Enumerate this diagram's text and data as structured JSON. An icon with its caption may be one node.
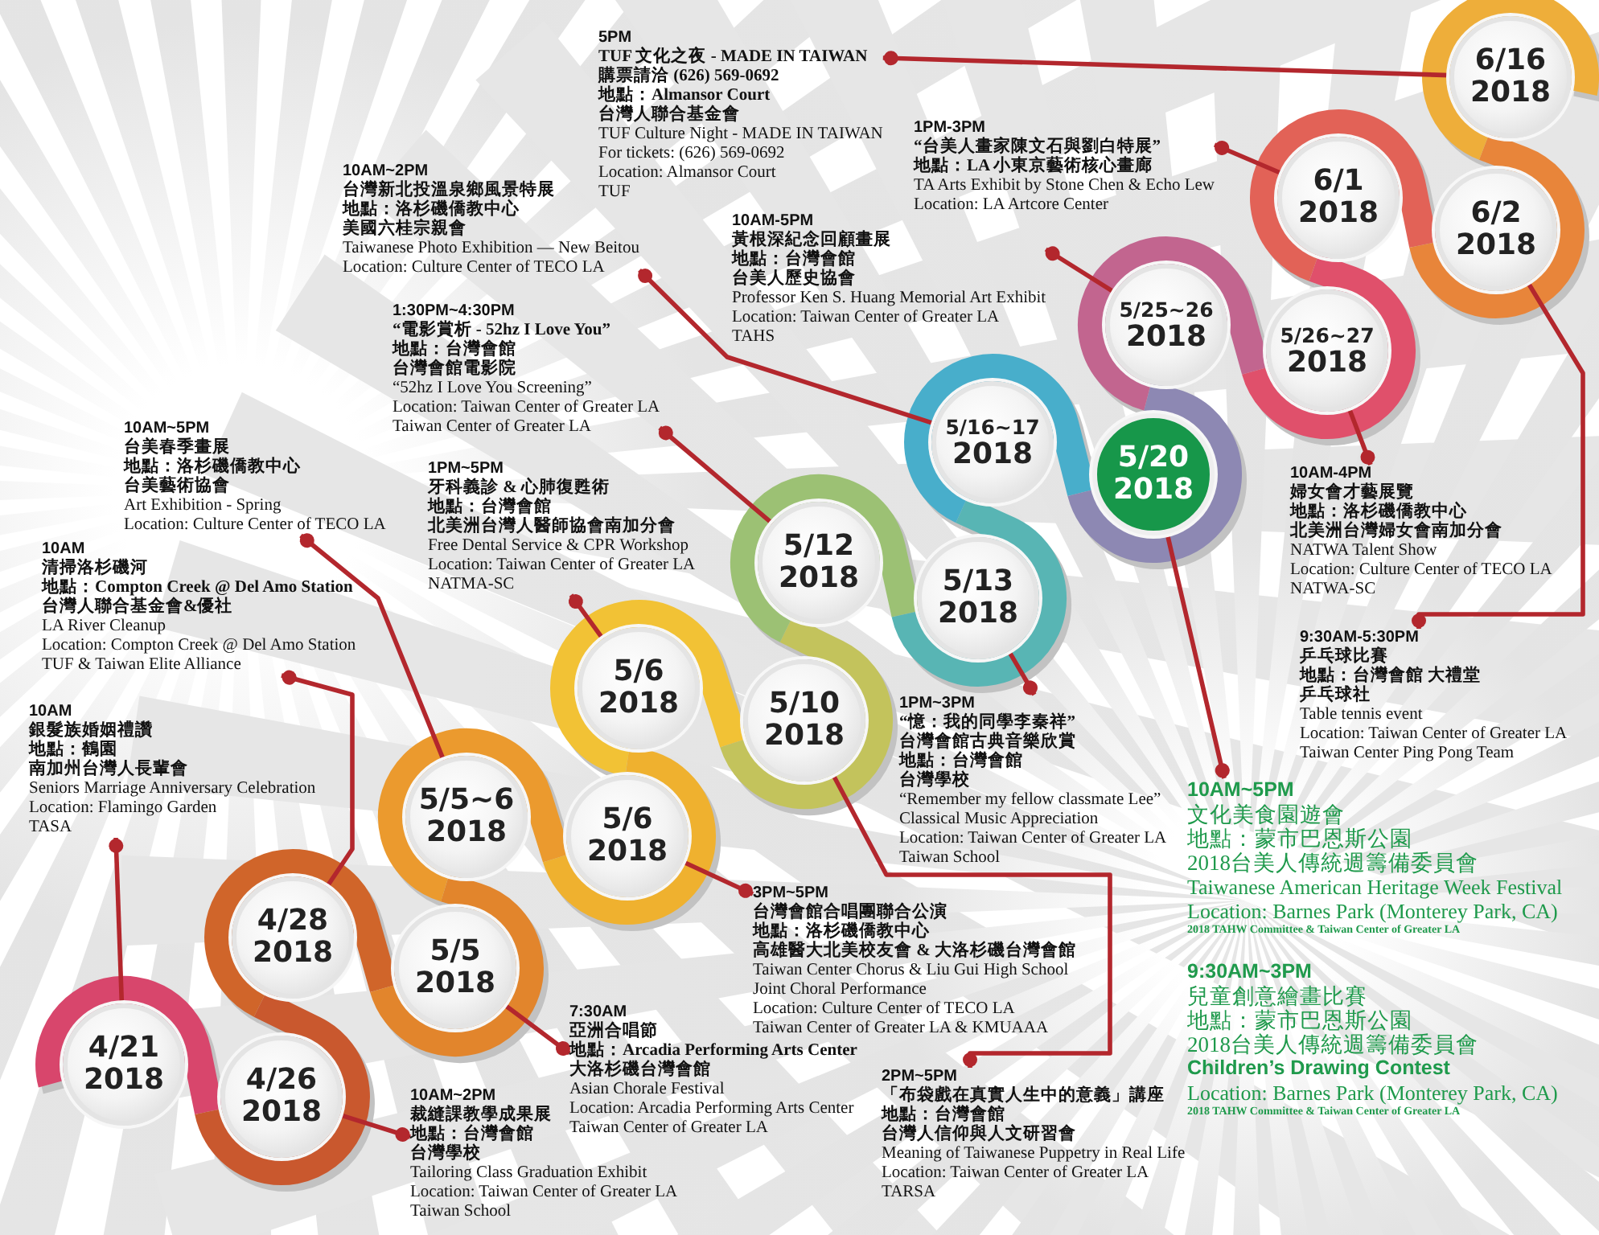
{
  "diagram": {
    "nodes": [
      {
        "text": [
          "4/21",
          "2018"
        ]
      },
      {
        "text": [
          "4/26",
          "2018"
        ]
      },
      {
        "text": [
          "4/28",
          "2018"
        ]
      },
      {
        "text": [
          "5/5",
          "2018"
        ]
      },
      {
        "text": [
          "5/5~6",
          "2018"
        ]
      },
      {
        "text": [
          "5/6",
          "2018"
        ]
      },
      {
        "text": [
          "5/6",
          "2018"
        ]
      },
      {
        "text": [
          "5/10",
          "2018"
        ]
      },
      {
        "text": [
          "5/12",
          "2018"
        ]
      },
      {
        "text": [
          "5/13",
          "2018"
        ]
      },
      {
        "text": [
          "5/16~17",
          "2018"
        ]
      },
      {
        "text": [
          "5/20",
          "2018"
        ]
      },
      {
        "text": [
          "5/25~26",
          "2018"
        ]
      },
      {
        "text": [
          "5/26~27",
          "2018"
        ]
      },
      {
        "text": [
          "6/1",
          "2018"
        ]
      },
      {
        "text": [
          "6/2",
          "2018"
        ]
      },
      {
        "text": [
          "6/16",
          "2018"
        ]
      },
      {
        "text": [
          "5PM",
          "TUF 文化之夜 - MADE IN TAIWAN",
          "購票請洽 (626) 569-0692",
          "地點：Almansor Court",
          "台灣人聯合基金會",
          "TUF Culture Night - MADE IN TAIWAN",
          "For tickets: (626) 569-0692",
          "Location: Almansor Court",
          "TUF"
        ]
      },
      {
        "text": [
          "1PM-3PM",
          "“台美人畫家陳文石與劉白特展”",
          "地點：LA 小東京藝術核心畫廊",
          "TA Arts Exhibit by Stone Chen & Echo Lew",
          "Location: LA Artcore Center"
        ]
      },
      {
        "text": [
          "10AM~2PM",
          "台灣新北投溫泉鄉風景特展",
          "地點：洛杉磯僑教中心",
          "美國六桂宗親會",
          "Taiwanese Photo Exhibition — New Beitou",
          "Location: Culture Center of TECO LA"
        ]
      },
      {
        "text": [
          "10AM-5PM",
          "黃根深紀念回顧畫展",
          "地點：台灣會館",
          "台美人歷史協會",
          "Professor Ken S. Huang Memorial Art Exhibit",
          "Location: Taiwan Center of Greater LA",
          "TAHS"
        ]
      },
      {
        "text": [
          "1:30PM~4:30PM",
          "“電影賞析 - 52hz I Love You”",
          "地點：台灣會館",
          "台灣會館電影院",
          "“52hz I Love You Screening”",
          "Location: Taiwan Center of Greater LA",
          "Taiwan Center of Greater LA"
        ]
      },
      {
        "text": [
          "10AM~5PM",
          "台美春季畫展",
          "地點：洛杉磯僑教中心",
          "台美藝術協會",
          "Art Exhibition - Spring",
          "Location: Culture Center of TECO LA"
        ]
      },
      {
        "text": [
          "1PM~5PM",
          "牙科義診 & 心肺復甦術",
          "地點：台灣會館",
          "北美洲台灣人醫師協會南加分會",
          "Free Dental Service & CPR Workshop",
          "Location: Taiwan Center of Greater LA",
          "NATMA-SC"
        ]
      },
      {
        "text": [
          "10AM-4PM",
          "婦女會才藝展覽",
          "地點：洛杉磯僑教中心",
          "北美洲台灣婦女會南加分會",
          "NATWA Talent Show",
          "Location: Culture Center of TECO LA",
          "NATWA-SC"
        ]
      },
      {
        "text": [
          "10AM",
          "清掃洛杉磯河",
          "地點：Compton Creek @ Del Amo Station",
          "台灣人聯合基金會&優社",
          "LA River Cleanup",
          "Location: Compton Creek @ Del Amo Station",
          "TUF & Taiwan Elite Alliance"
        ]
      },
      {
        "text": [
          "9:30AM-5:30PM",
          "乒乓球比賽",
          "地點：台灣會館 大禮堂",
          "乒乓球社",
          "Table tennis event",
          "Location: Taiwan Center of Greater LA",
          "Taiwan Center Ping Pong Team"
        ]
      },
      {
        "text": [
          "1PM~3PM",
          "“憶：我的同學李秦祥”",
          "台灣會館古典音樂欣賞",
          "地點：台灣會館",
          "台灣學校",
          "“Remember my fellow classmate Lee”",
          "Classical Music Appreciation",
          "Location: Taiwan Center of Greater LA",
          "Taiwan School"
        ]
      },
      {
        "text": [
          "10AM",
          "銀髮族婚姻禮讚",
          "地點：鶴園",
          "南加州台灣人長輩會",
          "Seniors Marriage Anniversary Celebration",
          "Location: Flamingo Garden",
          "TASA"
        ]
      },
      {
        "text": [
          "10AM~5PM",
          "文化美食園遊會",
          "地點：蒙市巴恩斯公園",
          "2018台美人傳統週籌備委員會",
          "Taiwanese American Heritage Week Festival",
          "Location: Barnes Park (Monterey Park, CA)",
          "2018 TAHW Committee & Taiwan Center of Greater LA"
        ]
      },
      {
        "text": [
          "3PM~5PM",
          "台灣會館合唱團聯合公演",
          "地點：洛杉磯僑教中心",
          "高雄醫大北美校友會 & 大洛杉磯台灣會館",
          "Taiwan Center Chorus & Liu Gui High School",
          "Joint Choral Performance",
          "Location: Culture Center of TECO LA",
          "Taiwan Center of Greater LA & KMUAAA"
        ]
      },
      {
        "text": [
          "9:30AM~3PM",
          "兒童創意繪畫比賽",
          "地點：蒙市巴恩斯公園",
          "2018台美人傳統週籌備委員會",
          "Children’s Drawing Contest",
          "Location: Barnes Park (Monterey Park, CA)",
          "2018 TAHW Committee & Taiwan Center of Greater LA"
        ]
      },
      {
        "text": [
          "7:30AM",
          "亞洲合唱節",
          "地點：Arcadia Performing Arts Center",
          "大洛杉磯台灣會館",
          "Asian Chorale Festival",
          "Location: Arcadia Performing Arts Center",
          "Taiwan Center of Greater LA"
        ]
      },
      {
        "text": [
          "2PM~5PM",
          "「布袋戲在真實人生中的意義」講座",
          "地點：台灣會館",
          "台灣人信仰與人文研習會",
          "Meaning of Taiwanese Puppetry in Real Life",
          "Location: Taiwan Center of Greater LA",
          "TARSA"
        ]
      },
      {
        "text": [
          "10AM~2PM",
          "裁縫課教學成果展",
          "地點：台灣會館",
          "台灣學校",
          "Tailoring Class Graduation Exhibit",
          "Location: Taiwan Center of Greater LA",
          "Taiwan School"
        ]
      }
    ],
    "edges": [
      {
        "from": 17,
        "to": 16,
        "arrow": "other"
      },
      {
        "from": 18,
        "to": 14,
        "arrow": "other"
      },
      {
        "from": 19,
        "to": 10,
        "arrow": "other"
      },
      {
        "from": 20,
        "to": 12,
        "arrow": "other"
      },
      {
        "from": 21,
        "to": 8,
        "arrow": "other"
      },
      {
        "from": 22,
        "to": 4,
        "arrow": "other"
      },
      {
        "from": 23,
        "to": 6,
        "arrow": "other"
      },
      {
        "from": 24,
        "to": 13,
        "arrow": "other"
      },
      {
        "from": 25,
        "to": 2,
        "arrow": "other"
      },
      {
        "from": 26,
        "to": 15,
        "arrow": "other"
      },
      {
        "from": 27,
        "to": 9,
        "arrow": "other"
      },
      {
        "from": 28,
        "to": 0,
        "arrow": "other"
      },
      {
        "from": 29,
        "to": 11,
        "arrow": "other"
      },
      {
        "from": 30,
        "to": 5,
        "arrow": "other"
      },
      {
        "from": 32,
        "to": 3,
        "arrow": "other"
      },
      {
        "from": 33,
        "to": 7,
        "arrow": "other"
      },
      {
        "from": 34,
        "to": 1,
        "arrow": "other"
      }
    ]
  }
}
